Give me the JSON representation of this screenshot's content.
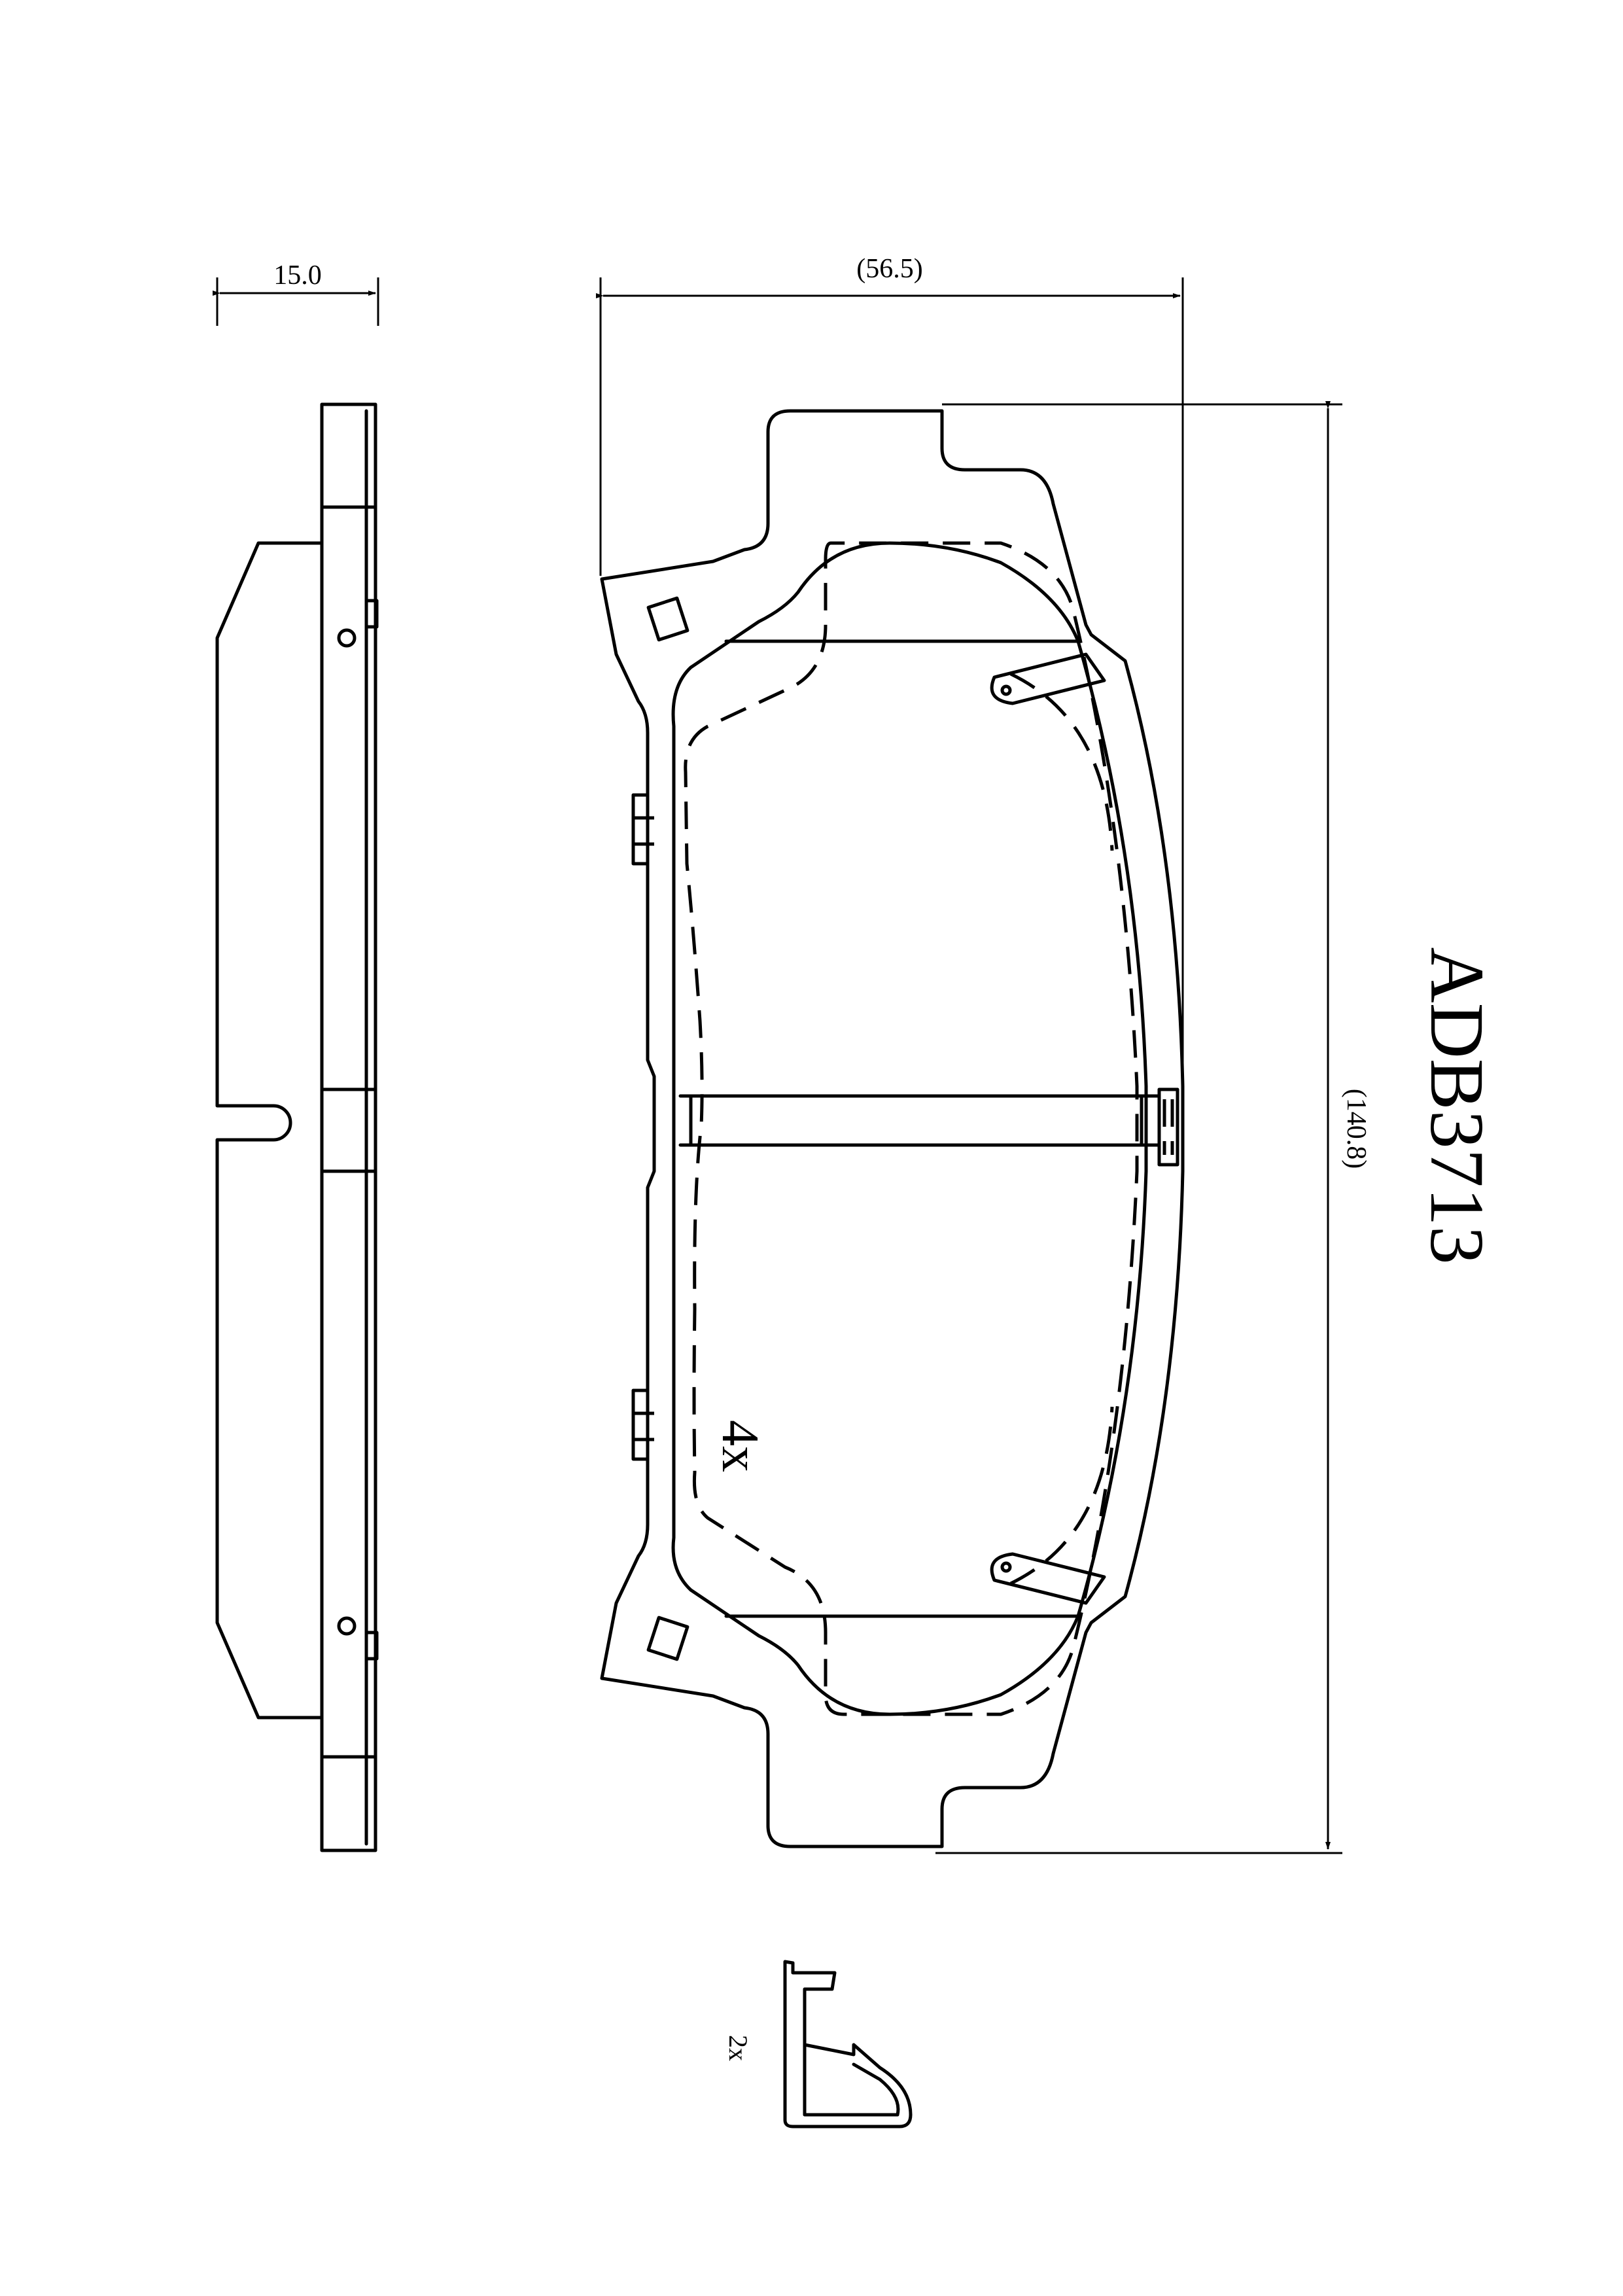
{
  "part_number": "ADB3713",
  "dimensions": {
    "thickness": "15.0",
    "width": "(56.5)",
    "length": "(140.8)"
  },
  "annotations": {
    "shim_qty": "4x",
    "clip_qty": "2x"
  },
  "colors": {
    "line": "#000000",
    "background": "#ffffff"
  }
}
